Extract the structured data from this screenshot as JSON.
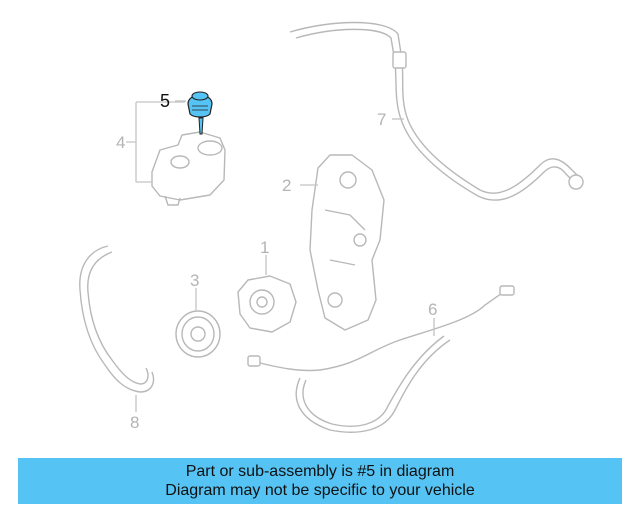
{
  "diagram": {
    "callouts": {
      "c1": "1",
      "c2": "2",
      "c3": "3",
      "c4": "4",
      "c5": "5",
      "c6": "6",
      "c7": "7",
      "c8": "8"
    },
    "highlight_color": "#55c3f3",
    "active_callout": "5"
  },
  "banner": {
    "line1": "Part or sub-assembly is #5 in diagram",
    "line2": "Diagram may not be specific to your vehicle",
    "background": "#55c3f3"
  }
}
